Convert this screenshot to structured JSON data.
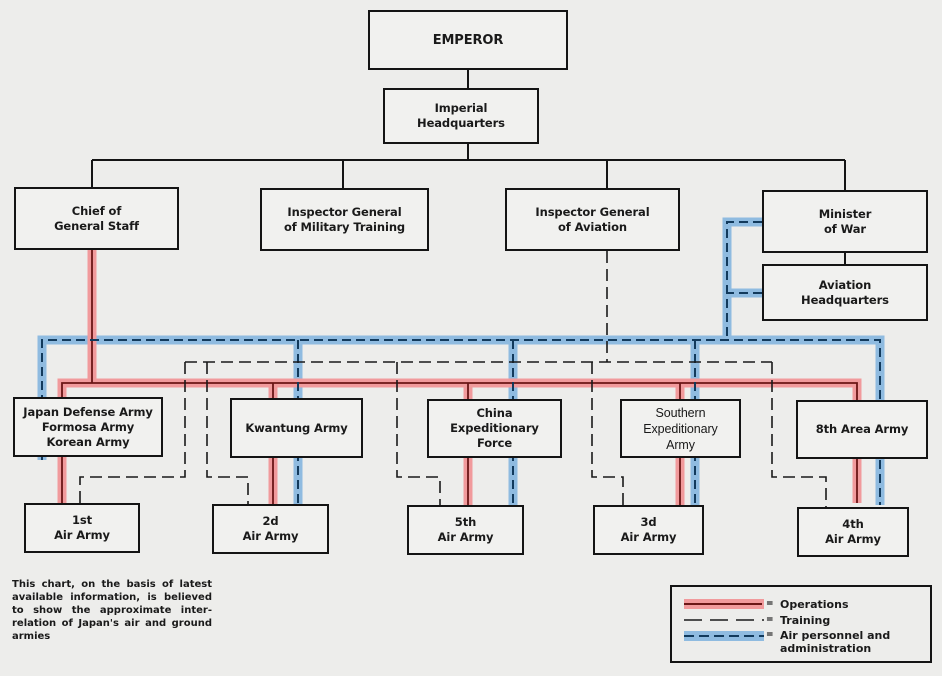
{
  "title": "Organization of Japan's air and ground armies",
  "colors": {
    "operations": "#f19a9c",
    "operations_core": "#6b1616",
    "training": "#1a1a1a",
    "administration": "#8fbbe0",
    "administration_core": "#123a5c",
    "box_border": "#141414",
    "background": "#ededeb"
  },
  "nodes": {
    "emperor": "EMPEROR",
    "imperial_hq": "Imperial\nHeadquarters",
    "chief_general_staff": "Chief of\nGeneral Staff",
    "inspector_military_training": "Inspector    General\nof Military Training",
    "inspector_aviation": "Inspector    General\nof Aviation",
    "minister_war": "Minister\nof War",
    "aviation_hq": "Aviation\nHeadquarters",
    "japan_defense_army": "Japan Defense Army\nFormosa Army\nKorean Army",
    "kwantung_army": "Kwantung Army",
    "china_expeditionary_force": "China\nExpeditionary\nForce",
    "southern_expeditionary_army": "Southern\nExpeditionary\nArmy",
    "area_army_8th": "8th Area Army",
    "air_army_1st": "1st\nAir Army",
    "air_army_2d": "2d\nAir Army",
    "air_army_5th": "5th\nAir Army",
    "air_army_3d": "3d\nAir Army",
    "air_army_4th": "4th\nAir Army"
  },
  "note": "This chart, on the basis of latest available information, is believed to show the approximate inter-relation of Japan's air and ground armies",
  "legend": [
    {
      "type": "operations",
      "label": "Operations"
    },
    {
      "type": "training",
      "label": "Training"
    },
    {
      "type": "administration",
      "label": "Air personnel and\nadministration"
    }
  ],
  "legend_eq": "="
}
